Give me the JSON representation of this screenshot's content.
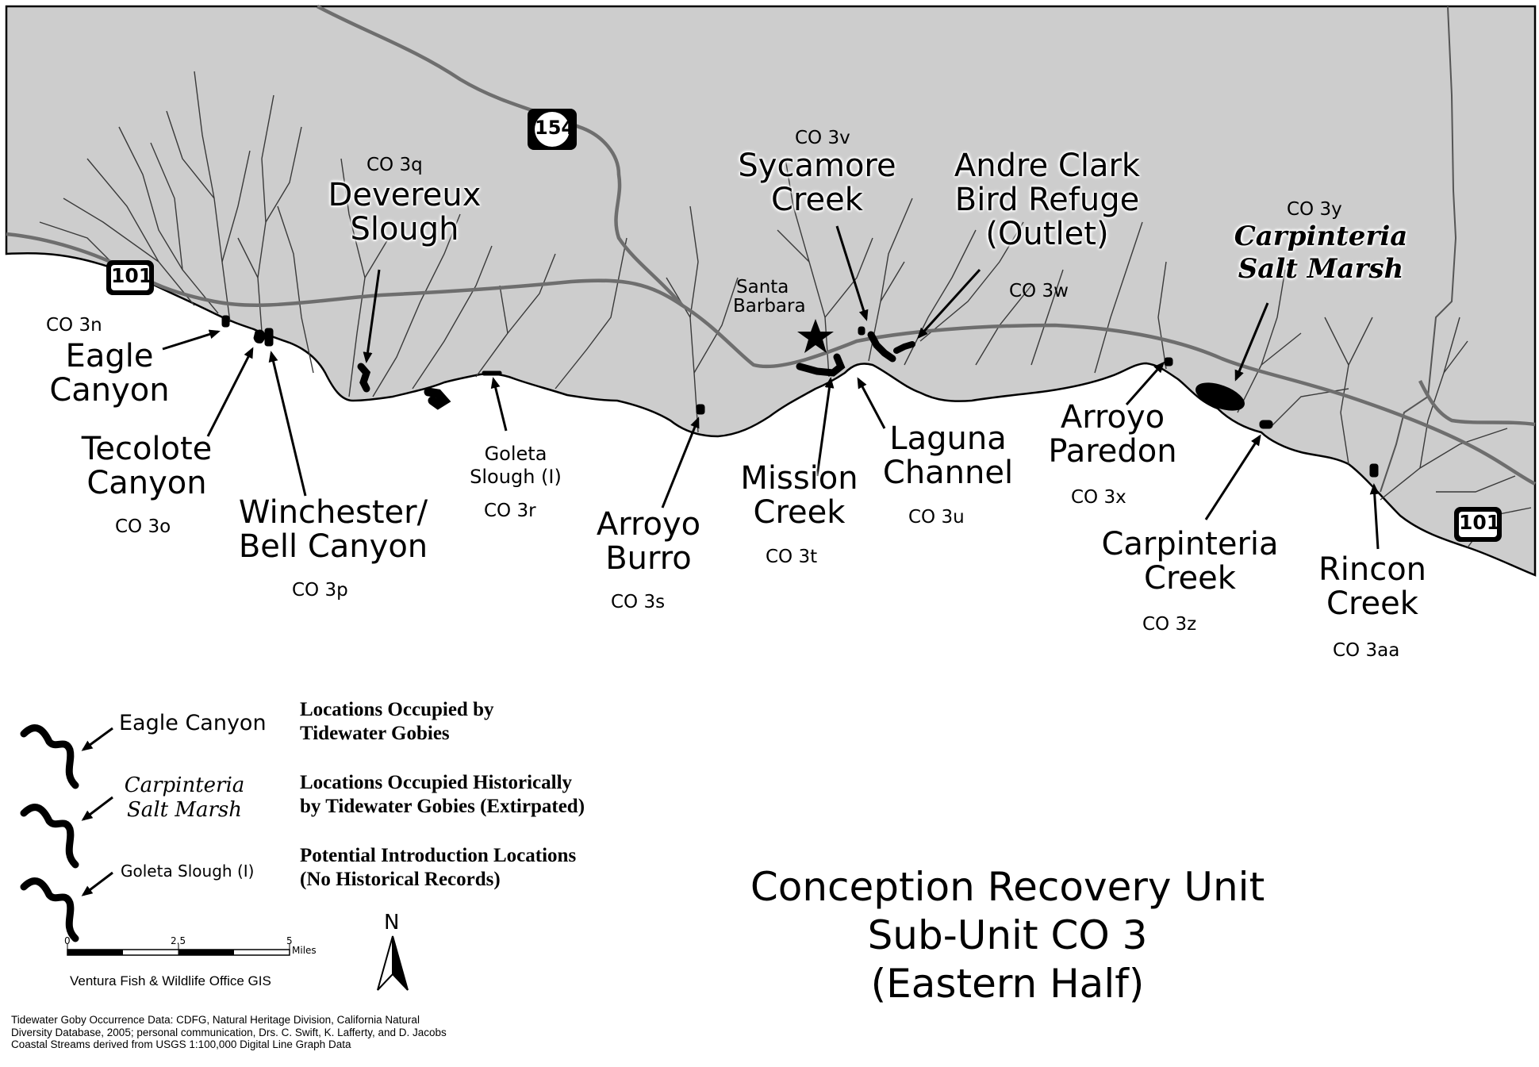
{
  "map": {
    "title_lines": [
      "Conception Recovery Unit",
      "Sub-Unit CO 3",
      "(Eastern Half)"
    ],
    "colors": {
      "land": "#cdcdcd",
      "ocean": "#ffffff",
      "coastline": "#000000",
      "highway": "#707070",
      "streams": "#333333",
      "occupied": "#000000"
    },
    "highway_shields": [
      {
        "id": "hwy-101-west",
        "number": "101"
      },
      {
        "id": "hwy-154",
        "number": "154"
      },
      {
        "id": "hwy-101-east",
        "number": "101"
      }
    ],
    "city": {
      "name_line1": "Santa",
      "name_line2": "Barbara",
      "icon": "star-icon"
    },
    "sites": {
      "eagle": {
        "name_line1": "Eagle",
        "name_line2": "Canyon",
        "code": "CO 3n"
      },
      "tecolote": {
        "name_line1": "Tecolote",
        "name_line2": "Canyon",
        "code": "CO 3o"
      },
      "winchester": {
        "name_line1": "Winchester/",
        "name_line2": "Bell Canyon",
        "code": "CO 3p"
      },
      "devereux": {
        "name_line1": "Devereux",
        "name_line2": "Slough",
        "code": "CO 3q"
      },
      "goleta": {
        "name_line1": "Goleta",
        "name_line2": "Slough (I)",
        "code": "CO 3r"
      },
      "burro": {
        "name_line1": "Arroyo",
        "name_line2": "Burro",
        "code": "CO 3s"
      },
      "mission": {
        "name_line1": "Mission",
        "name_line2": "Creek",
        "code": "CO 3t"
      },
      "laguna": {
        "name_line1": "Laguna",
        "name_line2": "Channel",
        "code": "CO 3u"
      },
      "sycamore": {
        "name_line1": "Sycamore",
        "name_line2": "Creek",
        "code": "CO 3v"
      },
      "andree": {
        "name_line1": "Andre Clark",
        "name_line2": "Bird Refuge",
        "name_line3": "(Outlet)",
        "code": "CO 3w"
      },
      "paredon": {
        "name_line1": "Arroyo",
        "name_line2": "Paredon",
        "code": "CO 3x"
      },
      "saltmarsh": {
        "name_line1": "Carpinteria",
        "name_line2": "Salt Marsh",
        "code": "CO 3y"
      },
      "carpcreek": {
        "name_line1": "Carpinteria",
        "name_line2": "Creek",
        "code": "CO 3z"
      },
      "rincon": {
        "name_line1": "Rincon",
        "name_line2": "Creek",
        "code": "CO 3aa"
      }
    }
  },
  "legend": {
    "items": [
      {
        "sample_label": "Eagle Canyon",
        "description_line1": "Locations Occupied by",
        "description_line2": "Tidewater Gobies"
      },
      {
        "sample_label_line1": "Carpinteria",
        "sample_label_line2": "Salt Marsh",
        "description_line1": "Locations Occupied Historically",
        "description_line2": "by Tidewater Gobies (Extirpated)"
      },
      {
        "sample_label": "Goleta Slough (I)",
        "description_line1": "Potential Introduction Locations",
        "description_line2": "(No Historical Records)"
      }
    ],
    "scale_bar": {
      "ticks": [
        "0",
        "2.5",
        "5"
      ],
      "unit": "Miles"
    },
    "north_arrow_label": "N",
    "office": "Ventura Fish & Wildlife Office GIS"
  },
  "credits": [
    "Tidewater Goby Occurrence Data: CDFG, Natural Heritage Division, California Natural",
    "Diversity Database, 2005; personal communication, Drs. C. Swift, K. Lafferty, and D. Jacobs",
    "Coastal Streams derived from USGS 1:100,000 Digital Line Graph Data"
  ]
}
